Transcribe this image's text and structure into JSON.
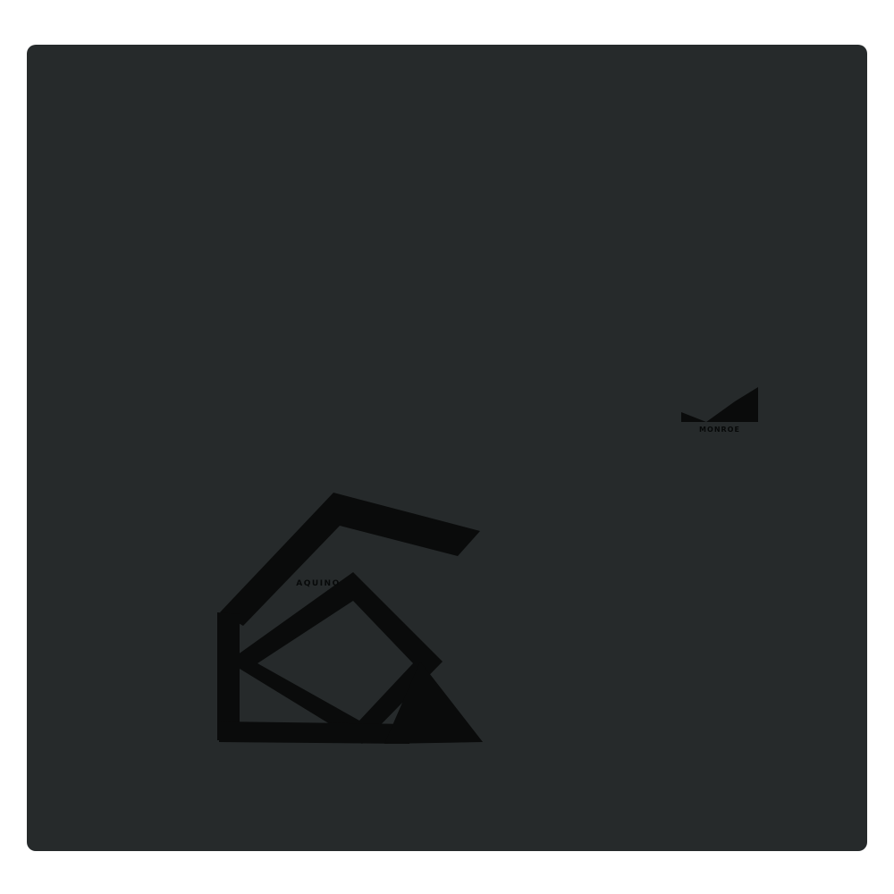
{
  "colors": {
    "page_bg": "#ffffff",
    "canvas_bg": "#262a2b",
    "shape_fill": "#0a0b0b",
    "label_color": "#070909"
  },
  "canvas": {
    "description": "dark map canvas with black landmass shapes"
  },
  "shapes": [
    {
      "id": "northeast-landmass",
      "label": "MONROE"
    },
    {
      "id": "central-landmass",
      "label": "AQUINO"
    }
  ]
}
